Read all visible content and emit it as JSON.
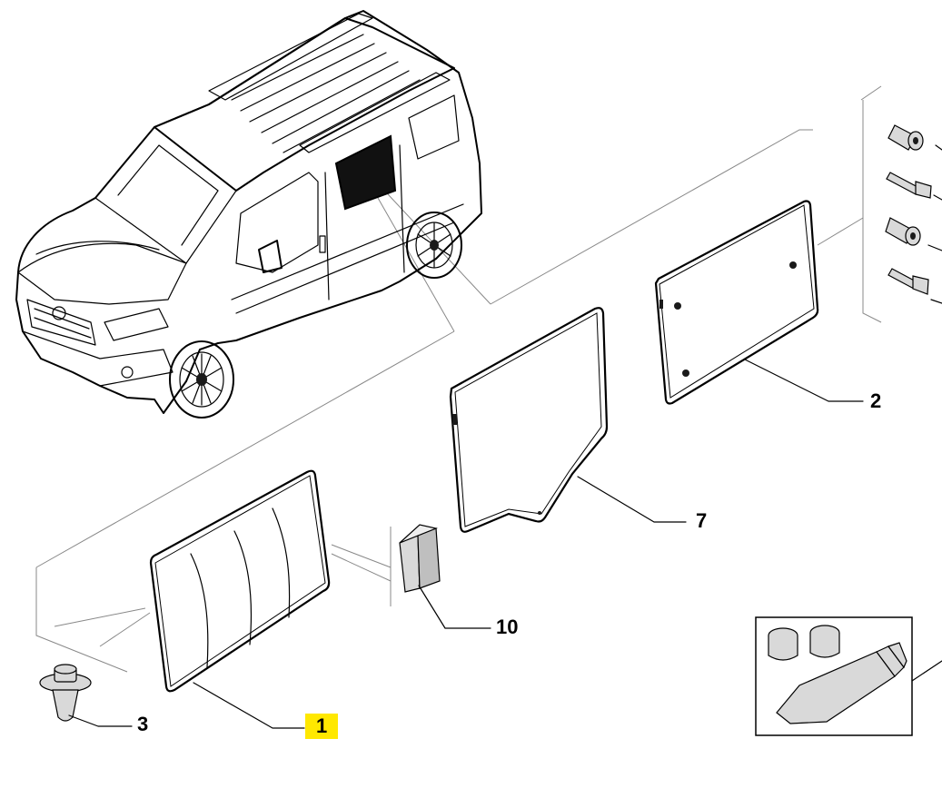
{
  "callouts": [
    {
      "id": "callout-1",
      "number": "1",
      "highlighted": true
    },
    {
      "id": "callout-2",
      "number": "2",
      "highlighted": false
    },
    {
      "id": "callout-3",
      "number": "3",
      "highlighted": false
    },
    {
      "id": "callout-7",
      "number": "7",
      "highlighted": false
    },
    {
      "id": "callout-10",
      "number": "10",
      "highlighted": false
    }
  ],
  "colors": {
    "highlight": "#ffe800",
    "line": "#000000",
    "guide": "#888888"
  },
  "icons": [
    "van-illustration",
    "glass-panel-1",
    "glass-panel-2",
    "glass-panel-7",
    "seal-block-10",
    "clip-fastener-3",
    "screw-kit",
    "adhesive-kit"
  ]
}
